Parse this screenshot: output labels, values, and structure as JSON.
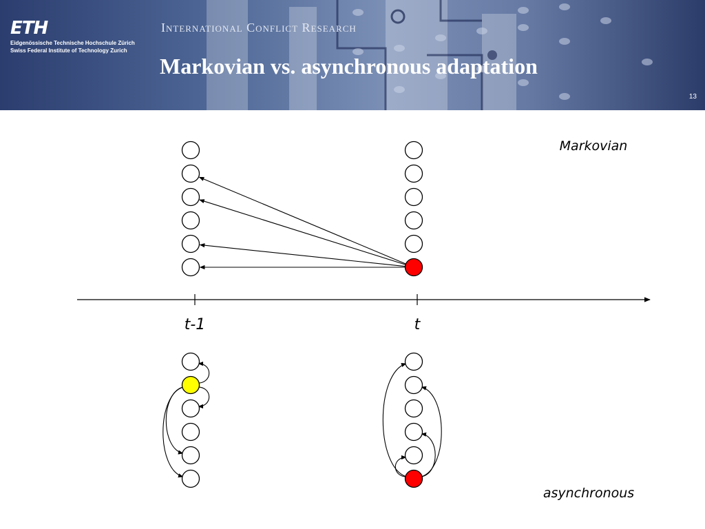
{
  "header": {
    "logo": "ETH",
    "institution_line1": "Eidgenössische Technische Hochschule Zürich",
    "institution_line2": "Swiss Federal Institute of Technology Zurich",
    "program": "International Conflict Research",
    "title": "Markovian vs. asynchronous adaptation",
    "slide_number": "13"
  },
  "diagram": {
    "label_top": "Markovian",
    "label_bottom": "asynchronous",
    "time_labels": [
      "t-1",
      "t"
    ],
    "colors": {
      "highlight_red": "#ff0000",
      "highlight_yellow": "#ffff00",
      "node_fill": "#ffffff",
      "line": "#000000"
    },
    "columns": {
      "markov_prev": {
        "nodes": 6,
        "highlight_index": null
      },
      "markov_now": {
        "nodes": 6,
        "highlight_index": 5,
        "highlight_color": "red"
      },
      "async_prev": {
        "nodes": 6,
        "highlight_index": 1,
        "highlight_color": "yellow"
      },
      "async_now": {
        "nodes": 6,
        "highlight_index": 5,
        "highlight_color": "red"
      }
    },
    "markov_edges": {
      "from": "markov_now.5",
      "to": [
        "markov_prev.1",
        "markov_prev.2",
        "markov_prev.4",
        "markov_prev.5"
      ]
    },
    "async_prev_edges": [
      {
        "from": 1,
        "to": 0,
        "side": "right"
      },
      {
        "from": 1,
        "to": 2,
        "side": "right"
      },
      {
        "from": 1,
        "to": 4,
        "side": "left"
      },
      {
        "from": 1,
        "to": 5,
        "side": "left"
      }
    ],
    "async_now_edges": [
      {
        "from": 5,
        "to": 0,
        "side": "left"
      },
      {
        "from": 5,
        "to": 1,
        "side": "right"
      },
      {
        "from": 5,
        "to": 3,
        "side": "right"
      },
      {
        "from": 5,
        "to": 4,
        "side": "left"
      }
    ]
  }
}
